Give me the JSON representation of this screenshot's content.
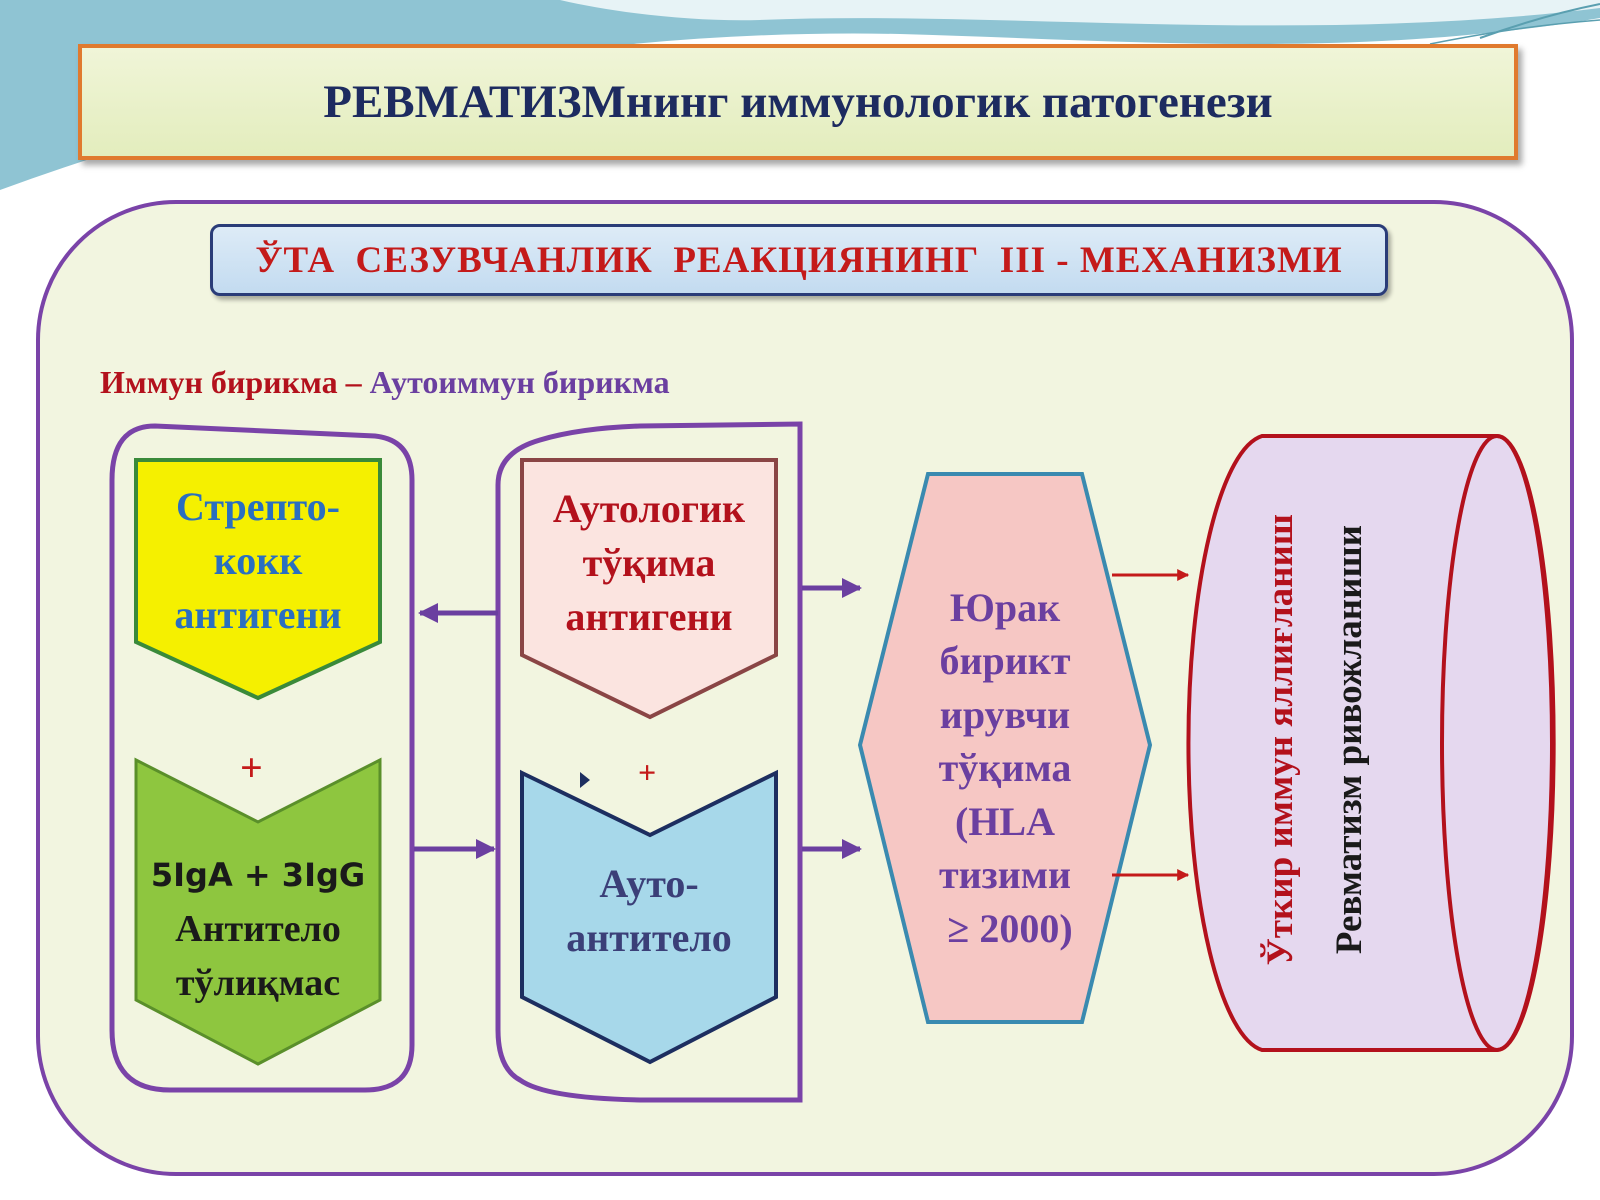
{
  "title": "РЕВМАТИЗМнинг иммунологик патогенези",
  "subtitle": "ЎТА  СЕЗУВЧАНЛИК  РЕАКЦИЯНИНГ  III - МЕХАНИЗМИ",
  "caption": {
    "part1": "Иммун бирикма – ",
    "part2": "Аутоиммун бирикма"
  },
  "nodes": {
    "strep": {
      "lines": [
        "Стрепто-",
        "кокк",
        "антигени"
      ],
      "color": "#f5f000",
      "text_color": "#2a6fc0"
    },
    "antibody": {
      "lines": [
        "5IgA + 3IgG",
        "Антитело",
        "тўлиқмас"
      ],
      "color": "#8ec63f",
      "text_color": "#1a1a1a"
    },
    "autolog": {
      "lines": [
        "Аутологик",
        "тўқима",
        "антигени"
      ],
      "color": "#fbe4e0",
      "text_color": "#b3111c"
    },
    "autoab": {
      "lines": [
        "Ауто-",
        "антитело"
      ],
      "color": "#a7d8ea",
      "text_color": "#3b3f78"
    },
    "heart": {
      "lines": [
        "Юрак",
        "бирикт",
        "ирувчи",
        "тўқима",
        "(HLA",
        "тизими",
        " ≥ 2000)"
      ],
      "color": "#f6c7c4",
      "text_color": "#6b3fa0"
    },
    "result": {
      "line1": "Ўткир иммун яллиғланиш",
      "line2": "Ревматизм ривожланиши",
      "color": "#e5d8ef",
      "color1": "#b3111c",
      "color2": "#1a1a1a"
    }
  },
  "plus_left": "+",
  "plus_mid": "+"
}
